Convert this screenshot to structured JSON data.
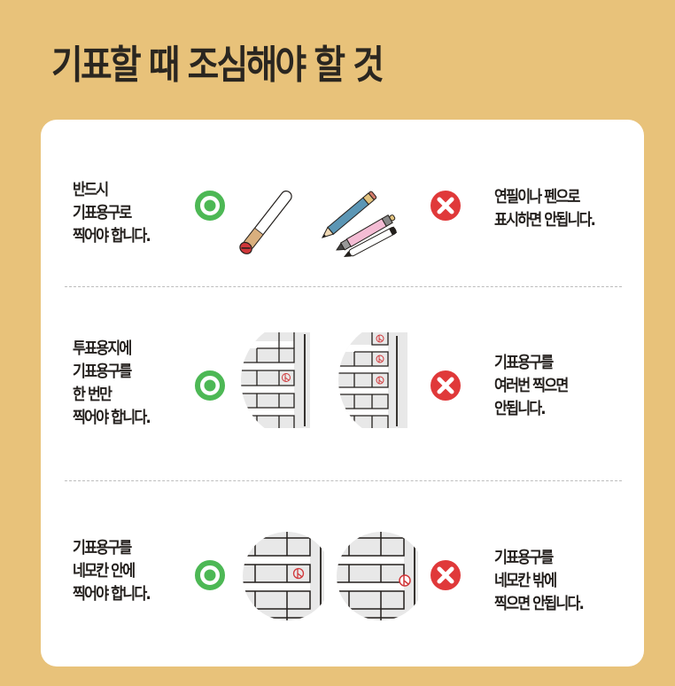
{
  "title": "기표할 때 조심해야 할 것",
  "colors": {
    "background": "#E8C27A",
    "card": "#FFFFFF",
    "ok_green": "#4DB855",
    "no_red": "#E0393A",
    "stamp_red": "#D0373A",
    "text": "#231F1C",
    "divider": "#BDBDBD"
  },
  "rows": [
    {
      "correct": {
        "lines": [
          "반드시",
          "기표용구로",
          "찍어야 합니다."
        ],
        "icon": "circle-ok-icon",
        "illustration": "voting-stamp-tool"
      },
      "wrong": {
        "lines": [
          "연필이나 펜으로",
          "표시하면 안됩니다."
        ],
        "icon": "x-mark-icon",
        "illustration": "pencil-and-pens"
      }
    },
    {
      "correct": {
        "lines": [
          "투표용지에",
          "기표용구를",
          "한 번만",
          "찍어야 합니다."
        ],
        "icon": "circle-ok-icon",
        "illustration": "ballot-single-stamp"
      },
      "wrong": {
        "lines": [
          "기표용구를",
          "여러번 찍으면",
          "안됩니다."
        ],
        "icon": "x-mark-icon",
        "illustration": "ballot-multiple-stamps"
      }
    },
    {
      "correct": {
        "lines": [
          "기표용구를",
          "네모칸 안에",
          "찍어야 합니다."
        ],
        "icon": "circle-ok-icon",
        "illustration": "ballot-stamp-inside-box"
      },
      "wrong": {
        "lines": [
          "기표용구를",
          "네모칸 밖에",
          "찍으면 안됩니다."
        ],
        "icon": "x-mark-icon",
        "illustration": "ballot-stamp-outside-box"
      }
    }
  ]
}
